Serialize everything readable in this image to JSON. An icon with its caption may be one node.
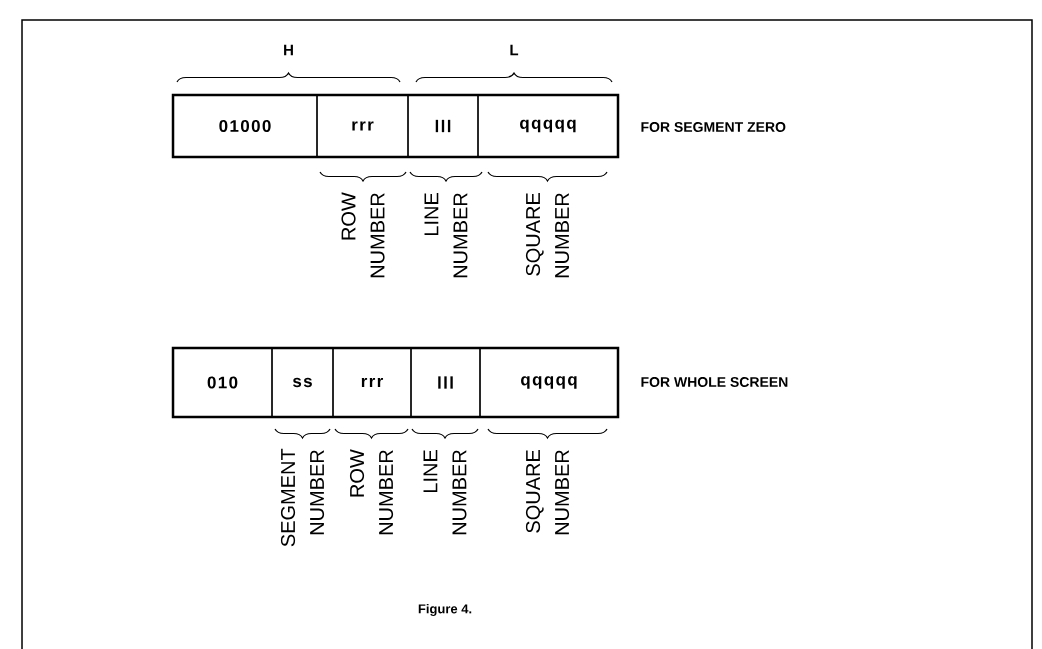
{
  "diagram": {
    "caption": "Figure 4.",
    "nodes": [
      {
        "text": [
          "01000"
        ]
      },
      {
        "text": [
          "rrr"
        ]
      },
      {
        "text": [
          "lll"
        ]
      },
      {
        "text": [
          "qqqqq"
        ]
      },
      {
        "text": [
          "010"
        ]
      },
      {
        "text": [
          "ss"
        ]
      },
      {
        "text": [
          "rrr"
        ]
      },
      {
        "text": [
          "lll"
        ]
      },
      {
        "text": [
          "qqqqq"
        ]
      }
    ],
    "labels": [
      "H",
      "L",
      "FOR SEGMENT ZERO",
      "ROW NUMBER",
      "LINE NUMBER",
      "SQUARE NUMBER",
      "FOR WHOLE SCREEN",
      "SEGMENT NUMBER",
      "ROW NUMBER",
      "LINE NUMBER",
      "SQUARE NUMBER"
    ]
  }
}
